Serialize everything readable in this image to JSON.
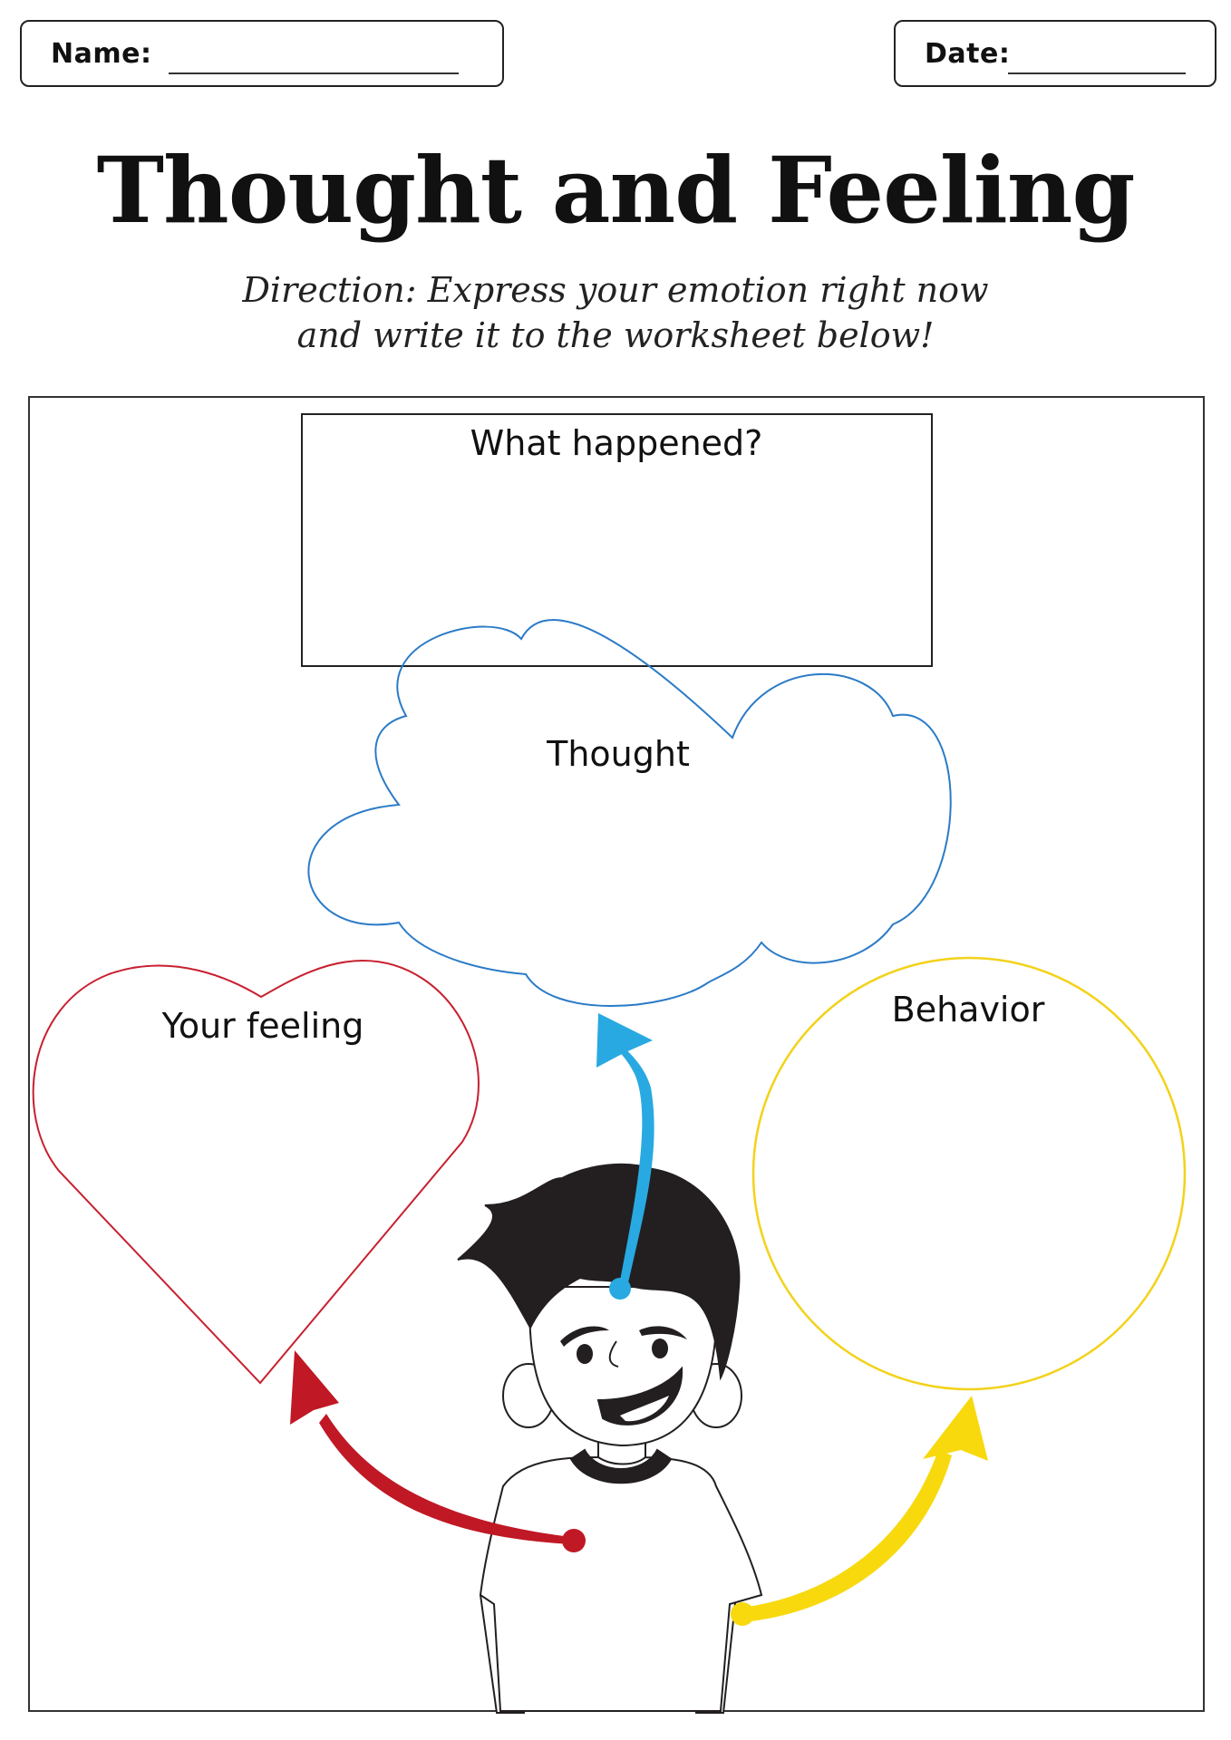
{
  "header": {
    "name_label": "Name:",
    "date_label": "Date:"
  },
  "title": "Thought and Feeling",
  "directions": {
    "line1": "Direction: Express your emotion right now",
    "line2": "and write it to the worksheet below!"
  },
  "sections": {
    "what_happened": "What happened?",
    "thought": "Thought",
    "feeling": "Your feeling",
    "behavior": "Behavior"
  },
  "colors": {
    "thought": "#2b7bc7",
    "thought_arrow": "#29a9e1",
    "feeling": "#c8202f",
    "feeling_arrow": "#c01825",
    "behavior": "#f3d21a",
    "behavior_arrow": "#f7d90e",
    "hair": "#231f20"
  }
}
